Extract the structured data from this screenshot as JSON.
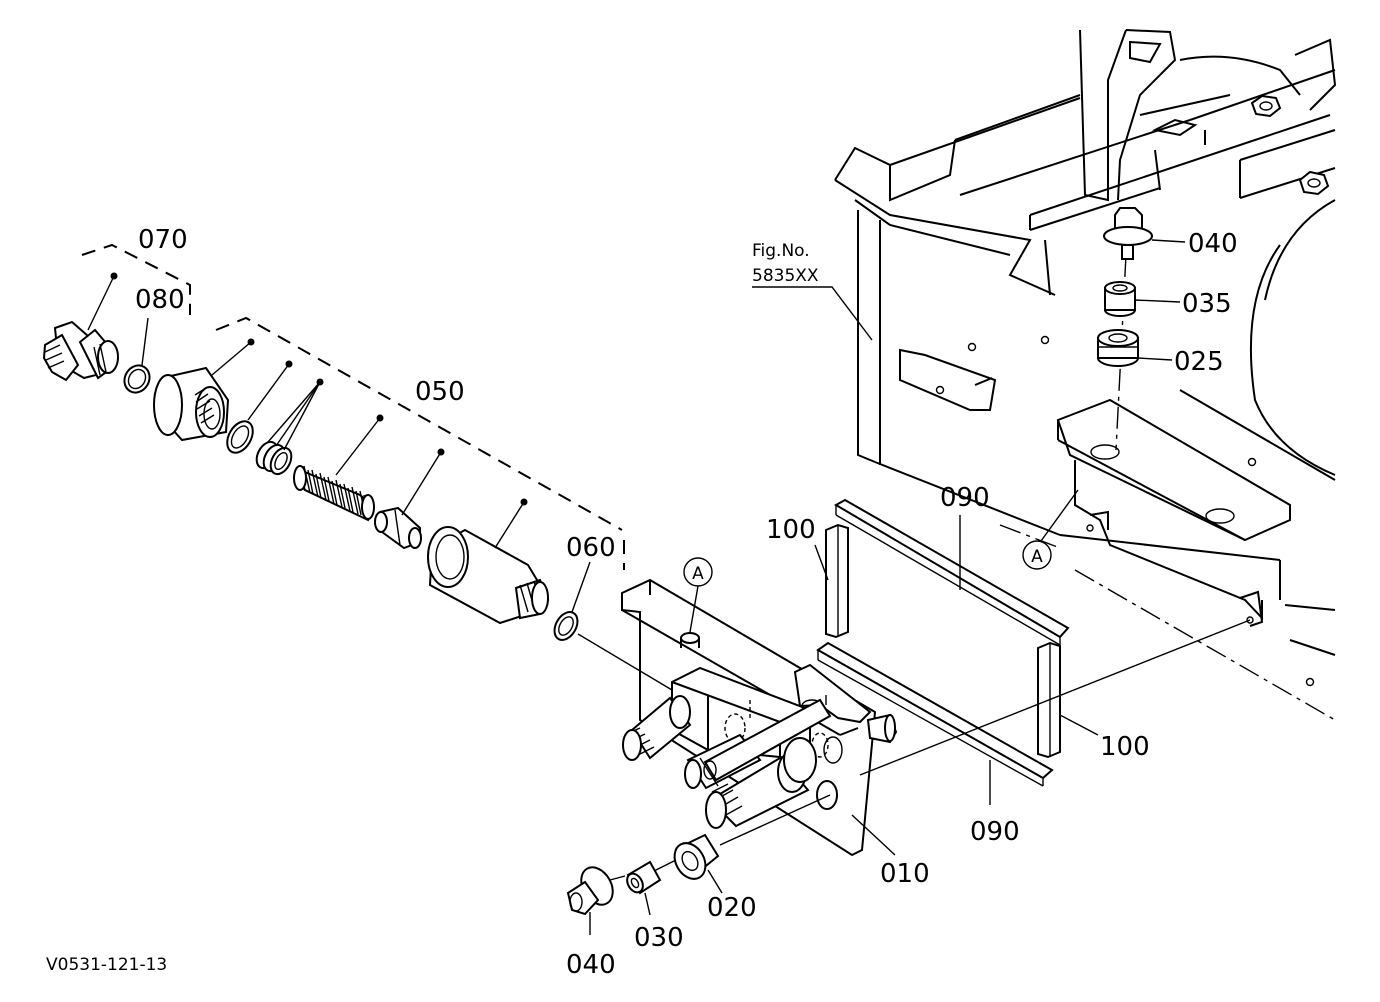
{
  "figure": {
    "code": "V0531-121-13",
    "fig_ref": {
      "line1": "Fig.No.",
      "line2": "5835XX"
    },
    "ref_marker": "A"
  },
  "callouts": [
    {
      "id": "070",
      "label": "070"
    },
    {
      "id": "080",
      "label": "080"
    },
    {
      "id": "050",
      "label": "050"
    },
    {
      "id": "060",
      "label": "060"
    },
    {
      "id": "040-top",
      "label": "040"
    },
    {
      "id": "035",
      "label": "035"
    },
    {
      "id": "025",
      "label": "025"
    },
    {
      "id": "090-top",
      "label": "090"
    },
    {
      "id": "100-left",
      "label": "100"
    },
    {
      "id": "100-right",
      "label": "100"
    },
    {
      "id": "090-bottom",
      "label": "090"
    },
    {
      "id": "010",
      "label": "010"
    },
    {
      "id": "020",
      "label": "020"
    },
    {
      "id": "030",
      "label": "030"
    },
    {
      "id": "040-bottom",
      "label": "040"
    }
  ]
}
